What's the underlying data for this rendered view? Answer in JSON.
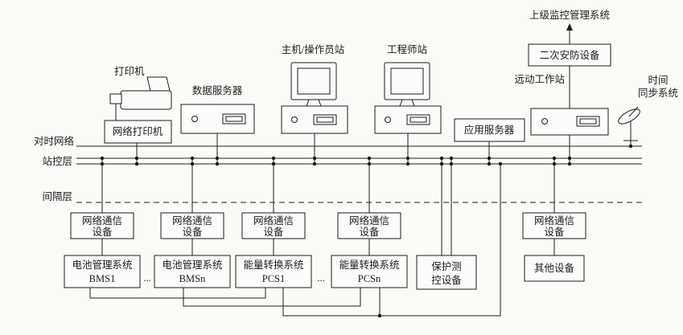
{
  "top": {
    "upper_system": "上级监控管理系统",
    "secondary_security": "二次安防设备",
    "remote_workstation": "远动工作站",
    "time_sync": {
      "line1": "时间",
      "line2": "同步系统"
    },
    "printer": "打印机",
    "network_printer": "网络打印机",
    "data_server": "数据服务器",
    "operator_station": "主机/操作员站",
    "engineer_station": "工程师站",
    "app_server": "应用服务器"
  },
  "layers": {
    "time_network": "对时网络",
    "station_layer": "站控层",
    "bay_layer": "间隔层"
  },
  "bottom": {
    "net_comm": {
      "line1": "网络通信",
      "line2": "设备"
    },
    "bms1": {
      "line1": "电池管理系统",
      "line2": "BMS1"
    },
    "bmsn": {
      "line1": "电池管理系统",
      "line2": "BMSn"
    },
    "pcs1": {
      "line1": "能量转换系统",
      "line2": "PCS1"
    },
    "pcsn": {
      "line1": "能量转换系统",
      "line2": "PCSn"
    },
    "protection": {
      "line1": "保护测",
      "line2": "控设备"
    },
    "other": "其他设备",
    "ellipsis": "..."
  },
  "colors": {
    "background": "#fbfbf8",
    "line": "#1c1c1c",
    "box_fill": "#fcfcfa"
  }
}
